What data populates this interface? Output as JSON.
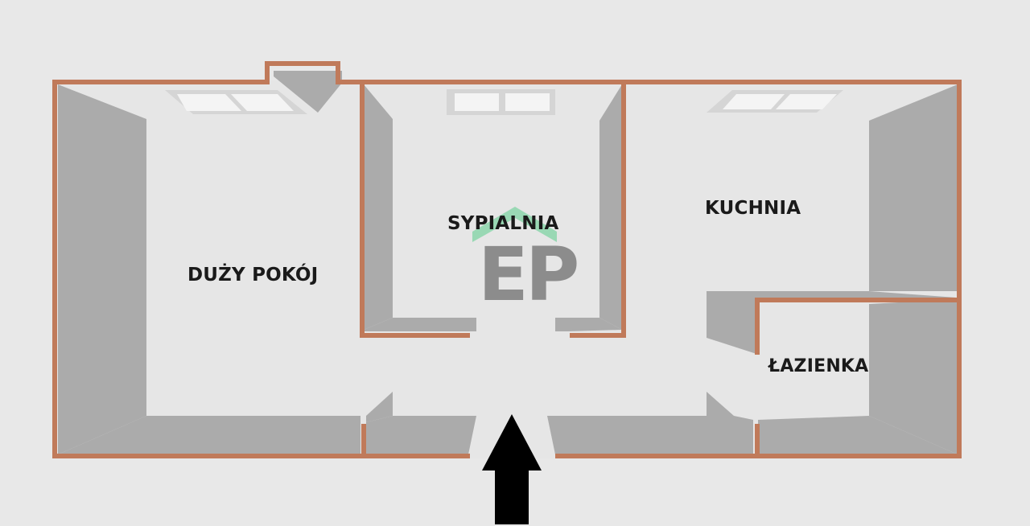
{
  "rooms": {
    "living_room": "DUŻY POKÓJ",
    "bedroom": "SYPIALNIA",
    "kitchen": "KUCHNIA",
    "bathroom": "ŁAZIENKA"
  },
  "watermark": "EP",
  "colors": {
    "background": "#e8e8e8",
    "floor": "#e6e6e6",
    "wall_side": "#ababab",
    "wall_outline": "#c07a5a",
    "window": "#f4f4f4",
    "watermark_roof": "#7fd3a3",
    "arrow": "#000000"
  },
  "icons": {
    "entrance": "arrow-up-icon",
    "window": "window-icon",
    "logo": "house-roof-icon"
  }
}
